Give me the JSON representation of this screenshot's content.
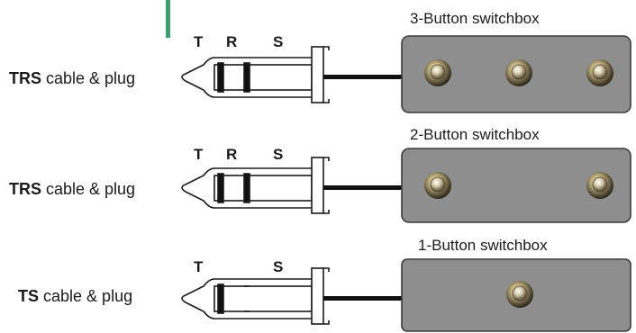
{
  "colors": {
    "accent": "#3a9e6e",
    "box_fill": "#8e8e8e",
    "box_stroke": "#3c3c3c",
    "cable": "#111111"
  },
  "rows": [
    {
      "cable_type": "TRS",
      "cable_suffix": " cable & plug",
      "letters": [
        "T",
        "R",
        "S"
      ],
      "box_title": "3-Button switchbox",
      "buttons": 3
    },
    {
      "cable_type": "TRS",
      "cable_suffix": " cable & plug",
      "letters": [
        "T",
        "R",
        "S"
      ],
      "box_title": "2-Button switchbox",
      "buttons": 2
    },
    {
      "cable_type": "TS",
      "cable_suffix": " cable & plug",
      "letters": [
        "T",
        "S"
      ],
      "box_title": "1-Button switchbox",
      "buttons": 1
    }
  ]
}
